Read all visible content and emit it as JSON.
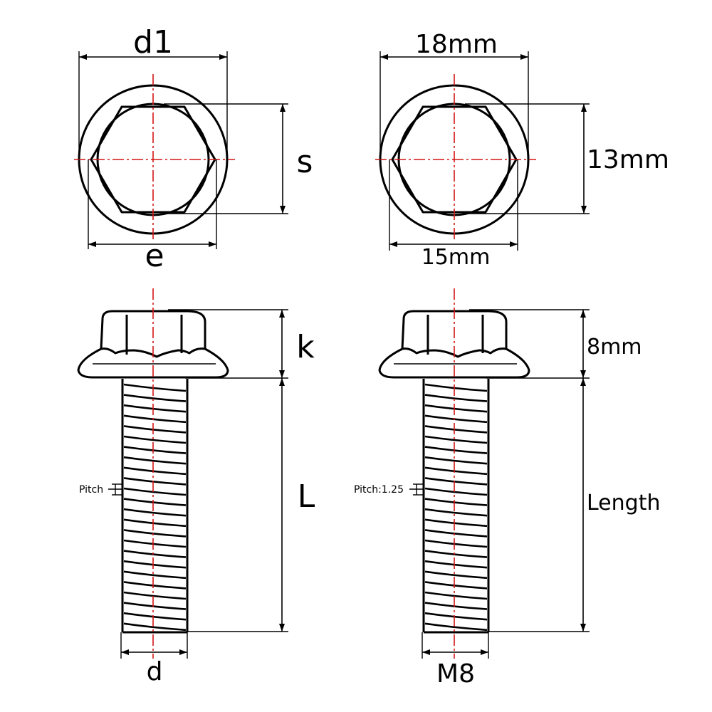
{
  "colors": {
    "line": "#000000",
    "centerline": "#d41616",
    "background": "#ffffff"
  },
  "generic": {
    "top": {
      "d1": "d1",
      "s": "s",
      "e": "e"
    },
    "side": {
      "k": "k",
      "L": "L",
      "d": "d",
      "pitch": "Pitch"
    }
  },
  "spec": {
    "top": {
      "d1": "18mm",
      "s": "13mm",
      "e": "15mm"
    },
    "side": {
      "k": "8mm",
      "L": "Length",
      "d": "M8",
      "pitch": "Pitch:1.25"
    }
  }
}
